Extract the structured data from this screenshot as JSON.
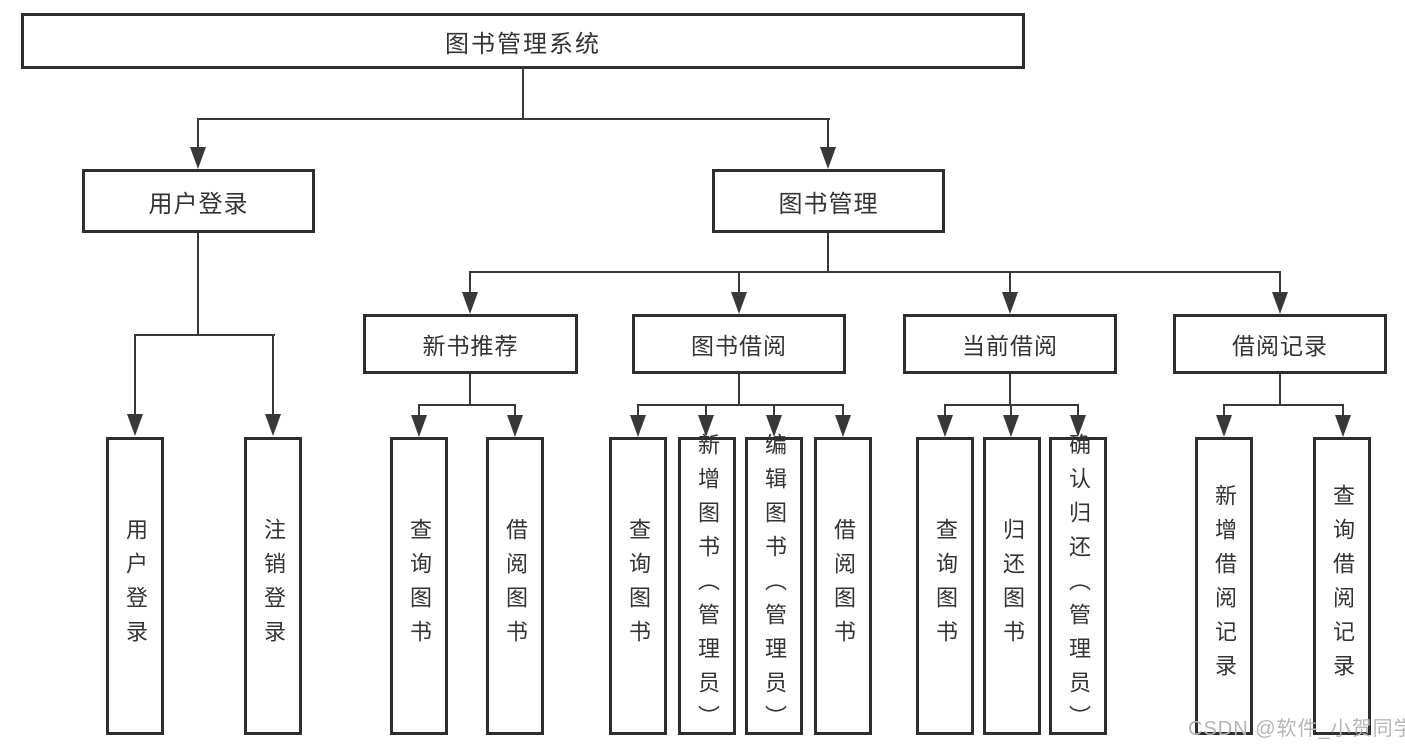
{
  "title": {
    "label": "图书管理系统"
  },
  "level2": [
    {
      "label": "用户登录"
    },
    {
      "label": "图书管理"
    }
  ],
  "level3": [
    {
      "label": "新书推荐"
    },
    {
      "label": "图书借阅"
    },
    {
      "label": "当前借阅"
    },
    {
      "label": "借阅记录"
    }
  ],
  "leaves": {
    "user_login": [
      {
        "label": "用户登录"
      },
      {
        "label": "注销登录"
      }
    ],
    "new_book": [
      {
        "label": "查询图书"
      },
      {
        "label": "借阅图书"
      }
    ],
    "book_borrow": [
      {
        "label": "查询图书"
      },
      {
        "label": "新增图书（管理员）"
      },
      {
        "label": "编辑图书（管理员）"
      },
      {
        "label": "借阅图书"
      }
    ],
    "current_borrow": [
      {
        "label": "查询图书"
      },
      {
        "label": "归还图书"
      },
      {
        "label": "确认归还（管理员）"
      }
    ],
    "borrow_record": [
      {
        "label": "新增借阅记录"
      },
      {
        "label": "查询借阅记录"
      }
    ]
  },
  "watermark": {
    "text": "CSDN @软件_小贺同学"
  },
  "colors": {
    "line": "#383838",
    "border": "#2e2e2e",
    "text": "#333333",
    "watermark": "#b5b5b5",
    "background": "#ffffff"
  }
}
